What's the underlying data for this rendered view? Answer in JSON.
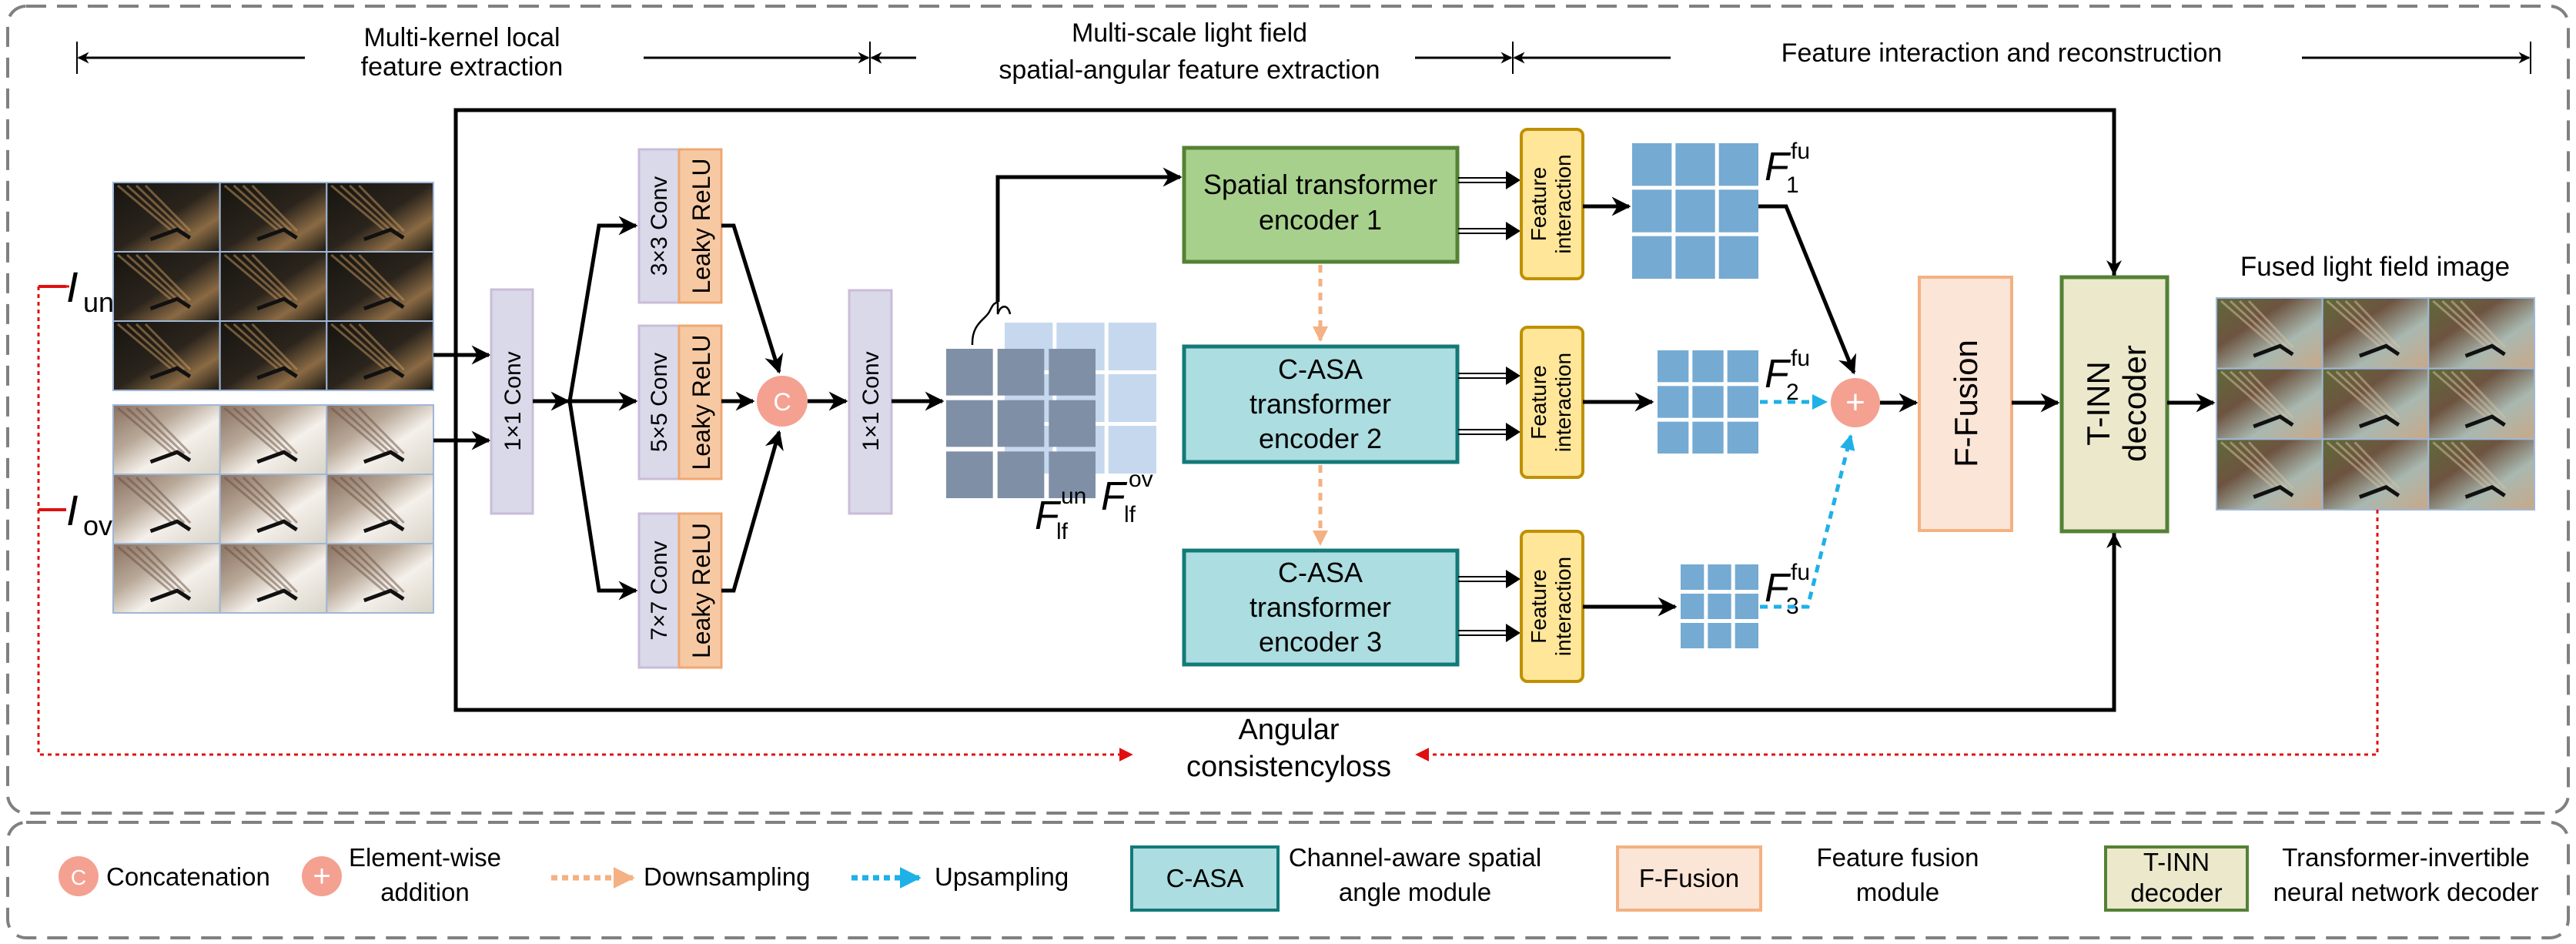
{
  "sections": {
    "local": [
      "Multi-kernel local",
      "feature extraction"
    ],
    "multiscale": [
      "Multi-scale light field",
      "spatial-angular feature extraction"
    ],
    "interaction": "Feature interaction and reconstruction"
  },
  "inputs": {
    "under": {
      "symbol": "I",
      "subscript": "un"
    },
    "over": {
      "symbol": "I",
      "subscript": "ov"
    }
  },
  "blocks": {
    "conv1x1_a": "1×1 Conv",
    "conv1x1_b": "1×1 Conv",
    "branches": [
      {
        "conv": "3×3 Conv",
        "act": "Leaky ReLU"
      },
      {
        "conv": "5×5 Conv",
        "act": "Leaky ReLU"
      },
      {
        "conv": "7×7 Conv",
        "act": "Leaky ReLU"
      }
    ],
    "concat_symbol": "C",
    "add_symbol": "+",
    "features": {
      "under": {
        "symbol": "F",
        "sup": "un",
        "sub": "lf"
      },
      "over": {
        "symbol": "F",
        "sup": "ov",
        "sub": "lf"
      }
    },
    "encoders": [
      [
        "Spatial transformer",
        "encoder 1"
      ],
      [
        "C-ASA",
        "transformer",
        "encoder 2"
      ],
      [
        "C-ASA",
        "transformer",
        "encoder 3"
      ]
    ],
    "feature_interaction": [
      "Feature",
      "interaction"
    ],
    "fused_features": [
      {
        "symbol": "F",
        "sup": "fu",
        "sub": "1"
      },
      {
        "symbol": "F",
        "sup": "fu",
        "sub": "2"
      },
      {
        "symbol": "F",
        "sup": "fu",
        "sub": "3"
      }
    ],
    "f_fusion": "F-Fusion",
    "tinn": [
      "T-INN",
      "decoder"
    ],
    "output_label": "Fused light field image",
    "loss": [
      "Angular",
      "consistencyloss"
    ]
  },
  "legend": {
    "concat": {
      "symbol": "C",
      "label": "Concatenation"
    },
    "add": {
      "symbol": "+",
      "label": [
        "Element-wise",
        "addition"
      ]
    },
    "down": "Downsampling",
    "up": "Upsampling",
    "casa": {
      "box": "C-ASA",
      "label": [
        "Channel-aware spatial",
        "angle module"
      ]
    },
    "ffusion": {
      "box": "F-Fusion",
      "label": [
        "Feature fusion",
        "module"
      ]
    },
    "tinn": {
      "box": [
        "T-INN",
        "decoder"
      ],
      "label": [
        "Transformer-invertible",
        "neural network decoder"
      ]
    }
  },
  "colors": {
    "conv": "#d9d9ea",
    "conv_border": "#cbbcd8",
    "relu": "#f7c9a3",
    "relu_border": "#efa874",
    "circle": "#f4a192",
    "spatial_enc": "#a8d08d",
    "spatial_enc_border": "#548235",
    "casa": "#acdde0",
    "casa_border": "#127a78",
    "fi": "#ffe699",
    "fi_border": "#bf9000",
    "grid_fu": "#75aad2",
    "grid_un": "#7f8fa6",
    "grid_ov": "#c5d8ee",
    "ffusion": "#fbe5d6",
    "ffusion_border": "#f4b183",
    "tinn": "#ebe8cc",
    "tinn_border": "#538135",
    "down_arrow": "#f4b183",
    "up_arrow": "#1fb0e8",
    "loss_arrow": "#e01010",
    "frame": "#808080"
  }
}
